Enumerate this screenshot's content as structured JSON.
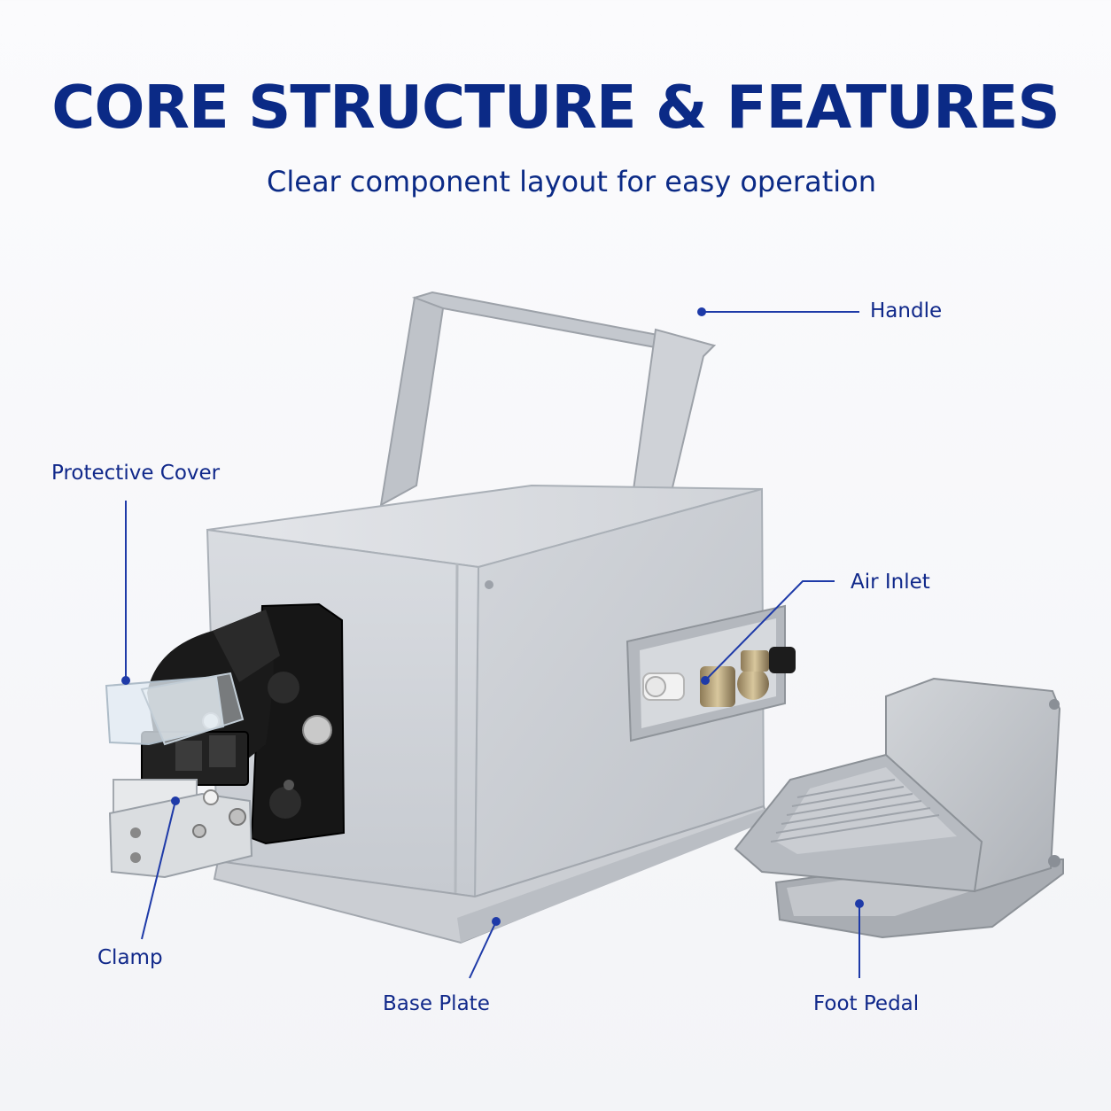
{
  "header": {
    "title": "CORE STRUCTURE & FEATURES",
    "subtitle": "Clear component layout for easy operation"
  },
  "callouts": {
    "handle": "Handle",
    "protective_cover": "Protective Cover",
    "air_inlet": "Air Inlet",
    "clamp": "Clamp",
    "base_plate": "Base Plate",
    "foot_pedal": "Foot Pedal"
  },
  "colors": {
    "title": "#0b2a86",
    "callout_line": "#1e3aa8",
    "housing": "#c9cdd3"
  }
}
